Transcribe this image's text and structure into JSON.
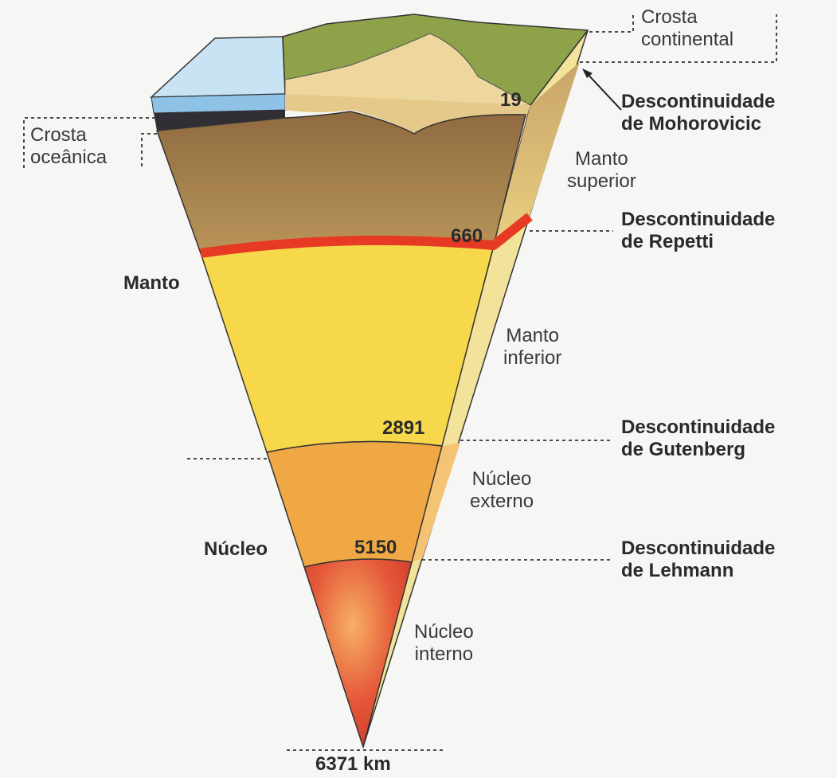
{
  "labels": {
    "crosta_continental": [
      "Crosta",
      "continental"
    ],
    "crosta_oceanica": [
      "Crosta",
      "oceânica"
    ],
    "moho": [
      "Descontinuidade",
      "de Mohorovicic"
    ],
    "manto_superior": [
      "Manto",
      "superior"
    ],
    "repetti": [
      "Descontinuidade",
      "de Repetti"
    ],
    "manto": "Manto",
    "manto_inferior": [
      "Manto",
      "inferior"
    ],
    "gutenberg": [
      "Descontinuidade",
      "de Gutenberg"
    ],
    "nucleo_externo": [
      "Núcleo",
      "externo"
    ],
    "nucleo": "Núcleo",
    "lehmann": [
      "Descontinuidade",
      "de Lehmann"
    ],
    "nucleo_interno": [
      "Núcleo",
      "interno"
    ]
  },
  "depths": {
    "d19": "19",
    "d660": "660",
    "d2891": "2891",
    "d5150": "5150",
    "d6371": "6371 km"
  },
  "colors": {
    "ocean": "#c9e3f4",
    "land": "#8ea24a",
    "crust": "#eed79d",
    "upper_mantle": "#a8844f",
    "repetti_line": "#e63a24",
    "lower_mantle": "#f6d84a",
    "outer_core": "#f0a845",
    "inner_core": "#d93a2a"
  }
}
